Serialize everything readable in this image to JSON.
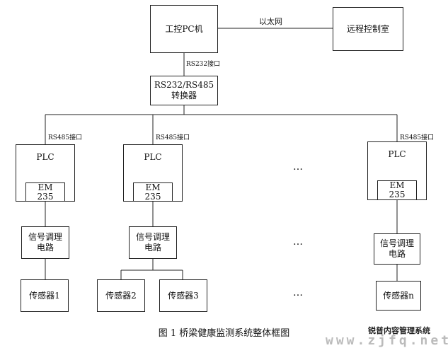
{
  "nodes": {
    "pc": "工控PC机",
    "remote": "远程控制室",
    "converter": "RS232/RS485\n转换器",
    "plc": "PLC",
    "em": "EM\n235",
    "signal": "信号调理\n电路",
    "sensor1": "传感器1",
    "sensor2": "传感器2",
    "sensor3": "传感器3",
    "sensorn": "传感器n"
  },
  "edges": {
    "ethernet": "以太网",
    "rs232": "RS232接口",
    "rs485": "RS485接口"
  },
  "ellipsis": "…",
  "caption": "图 1  桥梁健康监测系统整体框图",
  "watermark": {
    "line1": "锐普内容管理系统",
    "line2": "www.zjfq.net"
  }
}
